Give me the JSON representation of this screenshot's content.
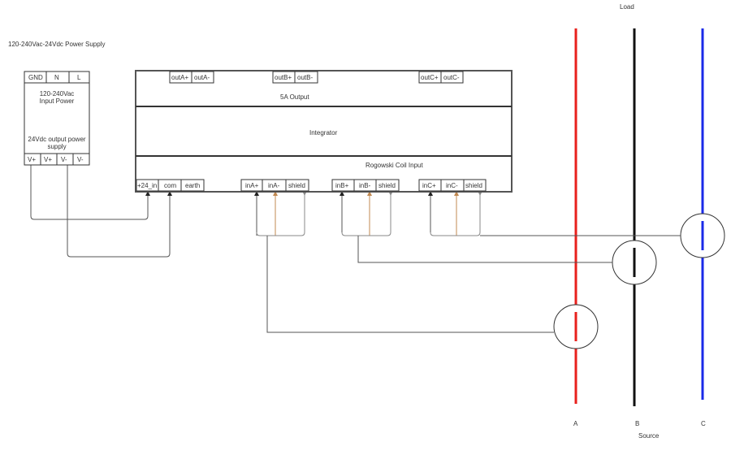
{
  "power_supply": {
    "title": "120-240Vac-24Vdc Power Supply",
    "input_terminals": [
      "GND",
      "N",
      "L"
    ],
    "input_label_1": "120-240Vac",
    "input_label_2": "Input Power",
    "output_label_1": "24Vdc output power",
    "output_label_2": "supply",
    "output_terminals": [
      "V+",
      "V+",
      "V-",
      "V-"
    ]
  },
  "integrator": {
    "outputs": [
      "outA+",
      "outA-",
      "outB+",
      "outB-",
      "outC+",
      "outC-"
    ],
    "section_output": "5A Output",
    "section_integrator": "Integrator",
    "section_input": "Rogowski Coil Input",
    "power_terminals": [
      "+24_in",
      "com",
      "earth"
    ],
    "inputs_a": [
      "inA+",
      "inA-",
      "shield"
    ],
    "inputs_b": [
      "inB+",
      "inB-",
      "shield"
    ],
    "inputs_c": [
      "inC+",
      "inC-",
      "shield"
    ]
  },
  "phases": {
    "load_label": "Load",
    "source_label": "Source",
    "a": {
      "label": "A",
      "color": "#e8201c"
    },
    "b": {
      "label": "B",
      "color": "#111111"
    },
    "c": {
      "label": "C",
      "color": "#1a2ae8"
    }
  },
  "colors": {
    "wire_black": "#222222",
    "wire_orange": "#c08850",
    "wire_grey": "#888888"
  }
}
